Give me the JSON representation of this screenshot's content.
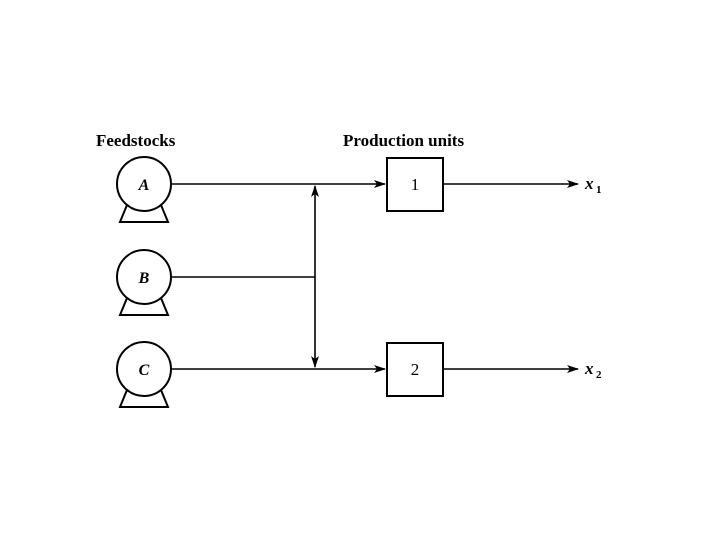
{
  "headings": {
    "feedstocks": "Feedstocks",
    "production_units": "Production units"
  },
  "tanks": [
    {
      "label": "A"
    },
    {
      "label": "B"
    },
    {
      "label": "C"
    }
  ],
  "units": [
    {
      "label": "1"
    },
    {
      "label": "2"
    }
  ],
  "outputs": [
    {
      "base": "x",
      "subscript": "1"
    },
    {
      "base": "x",
      "subscript": "2"
    }
  ]
}
